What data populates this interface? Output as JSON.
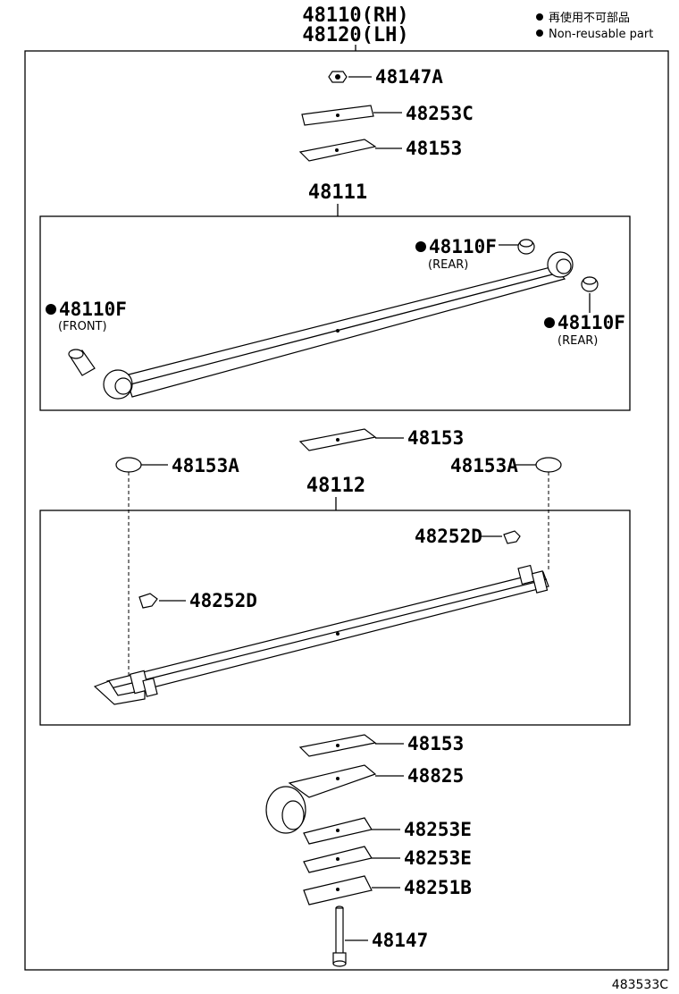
{
  "header": {
    "title_rh": "48110(RH)",
    "title_lh": "48120(LH)",
    "legend_jp": "再使用不可部品",
    "legend_en": "Non-reusable part"
  },
  "parts": {
    "p48147a": "48147A",
    "p48253c": "48253C",
    "p48153_top": "48153",
    "p48111": "48111",
    "p48110f_rear1": "48110F",
    "p48110f_rear1_sub": "(REAR)",
    "p48110f_front": "48110F",
    "p48110f_front_sub": "(FRONT)",
    "p48110f_rear2": "48110F",
    "p48110f_rear2_sub": "(REAR)",
    "p48153_mid": "48153",
    "p48153a_left": "48153A",
    "p48153a_right": "48153A",
    "p48112": "48112",
    "p48252d_right": "48252D",
    "p48252d_left": "48252D",
    "p48153_low": "48153",
    "p48825": "48825",
    "p48253e_1": "48253E",
    "p48253e_2": "48253E",
    "p48251b": "48251B",
    "p48147": "48147"
  },
  "footer": {
    "code": "483533C"
  }
}
